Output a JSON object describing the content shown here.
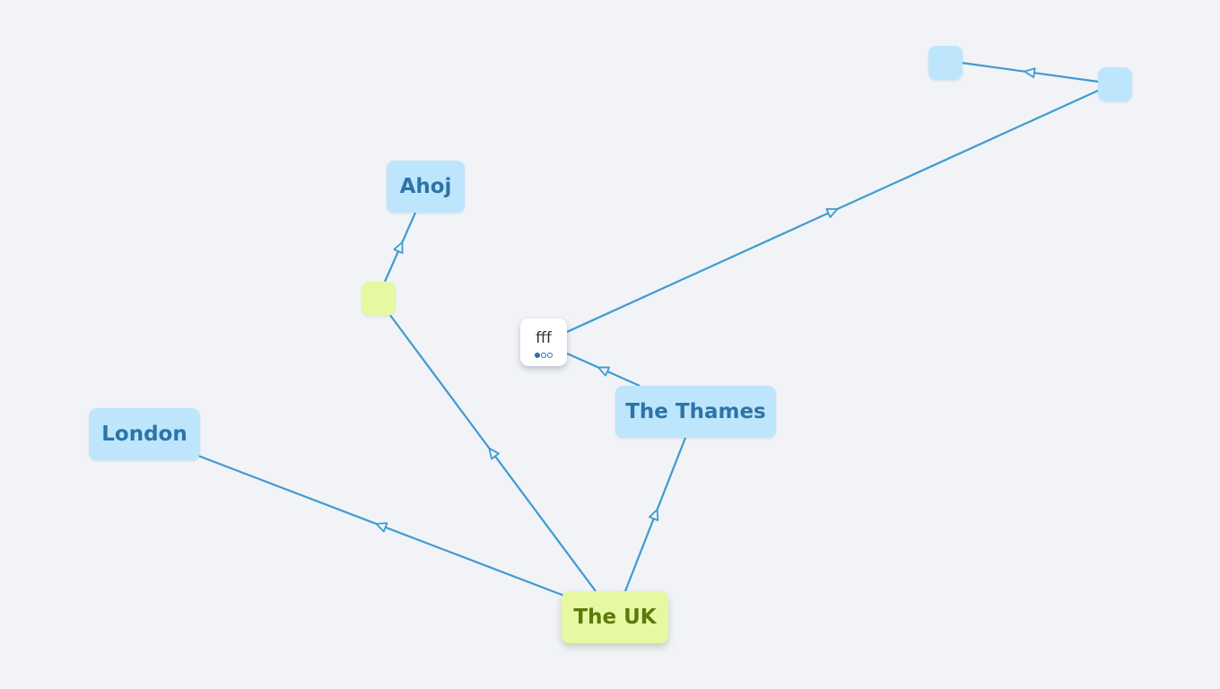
{
  "colors": {
    "edge": "#3f9ad1",
    "node_blue": "#bde6fc",
    "node_green": "#e6f8a2",
    "text_blue": "#2c74a8",
    "text_green": "#5b7a0a"
  },
  "nodes": {
    "london": {
      "label": "London"
    },
    "ahoj": {
      "label": "Ahoj"
    },
    "thames": {
      "label": "The Thames"
    },
    "uk": {
      "label": "The UK"
    },
    "fff": {
      "label": "fff",
      "indicator": "1 of 3"
    },
    "green_empty": {
      "label": ""
    },
    "blue_empty_1": {
      "label": ""
    },
    "blue_empty_2": {
      "label": ""
    }
  },
  "edges": [
    {
      "from": "uk",
      "to": "london"
    },
    {
      "from": "uk",
      "to": "green_empty"
    },
    {
      "from": "green_empty",
      "to": "ahoj"
    },
    {
      "from": "uk",
      "to": "thames"
    },
    {
      "from": "thames",
      "to": "fff"
    },
    {
      "from": "fff",
      "to": "blue_empty_2"
    },
    {
      "from": "blue_empty_2",
      "to": "blue_empty_1"
    }
  ]
}
